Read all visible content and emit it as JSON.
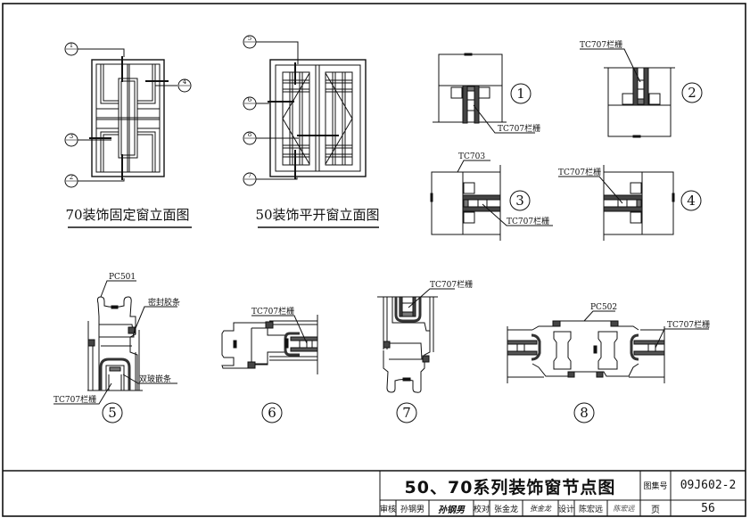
{
  "drawing": {
    "elevations": [
      {
        "caption": "70装饰固定窗立面图",
        "callouts": [
          "1",
          "2",
          "3",
          "4"
        ]
      },
      {
        "caption": "50装饰平开窗立面图",
        "callouts": [
          "5",
          "6",
          "7",
          "8"
        ]
      }
    ],
    "details": [
      {
        "number": "1",
        "labels": [
          "TC707栏栅"
        ]
      },
      {
        "number": "2",
        "labels": [
          "TC707栏栅"
        ]
      },
      {
        "number": "3",
        "labels": [
          "TC703",
          "TC707栏栅"
        ]
      },
      {
        "number": "4",
        "labels": [
          "TC707栏栅"
        ]
      },
      {
        "number": "5",
        "labels": [
          "PC501",
          "密封胶条",
          "双玻嵌条",
          "TC707栏栅"
        ]
      },
      {
        "number": "6",
        "labels": [
          "TC707栏栅"
        ]
      },
      {
        "number": "7",
        "labels": [
          "TC707栏栅"
        ]
      },
      {
        "number": "8",
        "labels": [
          "PC502",
          "TC707栏栅"
        ]
      }
    ]
  },
  "title_block": {
    "title": "50、70系列装饰窗节点图",
    "atlas_label": "图集号",
    "atlas_number": "09J602-2",
    "page_label": "页",
    "page_number": "56",
    "roles": [
      {
        "role": "审核",
        "name": "孙钢男",
        "signature": "孙钢男"
      },
      {
        "role": "校对",
        "name": "张金龙",
        "signature": "张金龙"
      },
      {
        "role": "设计",
        "name": "陈宏远",
        "signature": "陈宏远"
      }
    ]
  }
}
